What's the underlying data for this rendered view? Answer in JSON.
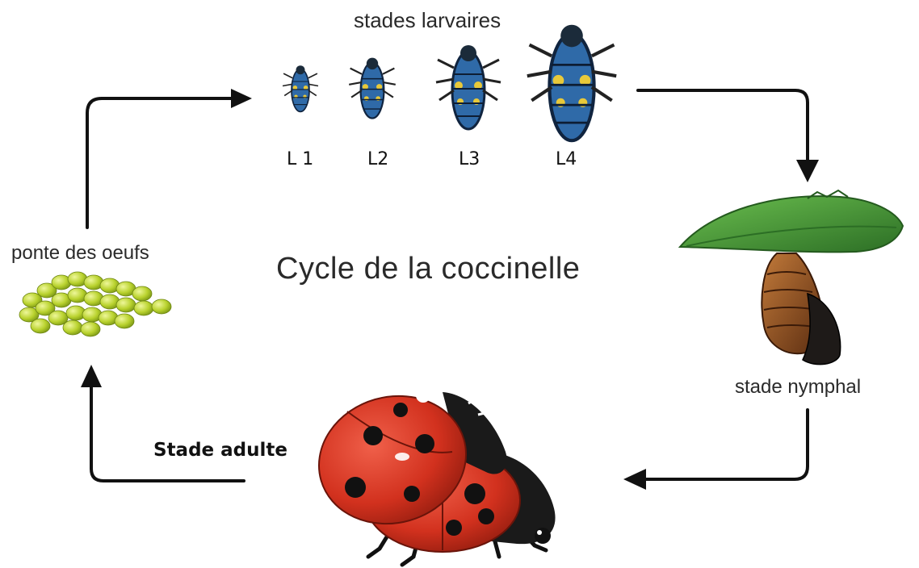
{
  "title": "Cycle de la coccinelle",
  "stages": {
    "larval": "stades larvaires",
    "larval_labels": [
      "L 1",
      "L2",
      "L3",
      "L4"
    ],
    "eggs": "ponte des oeufs",
    "nymph": "stade nymphal",
    "adult": "Stade adulte"
  },
  "colors": {
    "arrow": "#111111",
    "egg": "#b9d22e",
    "larva": "#2f6aa8",
    "larva_spot": "#e8c93a",
    "leaf": "#3f8f36",
    "pupa": "#8a4a1c",
    "ladybug": "#d2311e"
  }
}
